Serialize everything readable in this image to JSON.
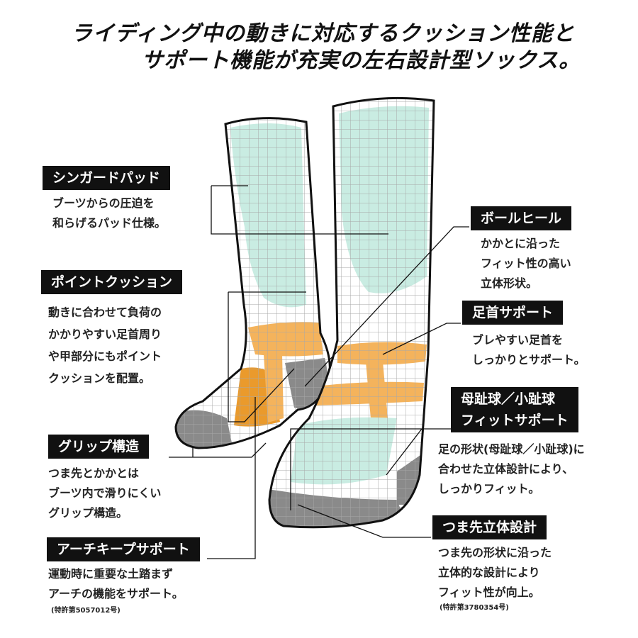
{
  "headline": {
    "line1": "ライディング中の動きに対応するクッション性能と",
    "line2": "サポート機能が充実の左右設計型ソックス。"
  },
  "colors": {
    "mint": "#c9ece2",
    "orange": "#f4b35c",
    "orange_dark": "#ea9a2c",
    "gray": "#8a8a8a",
    "grid": "#a8a8a8",
    "outline": "#111111"
  },
  "features": {
    "shin_guard": {
      "label": "シンガードパッド",
      "lines": [
        "ブーツからの圧迫を",
        "和らげるパッド仕様。"
      ]
    },
    "point_cushion": {
      "label": "ポイントクッション",
      "lines": [
        "動きに合わせて負荷の",
        "かかりやすい足首周り",
        "や甲部分にもポイント",
        "クッションを配置。"
      ]
    },
    "grip": {
      "label": "グリップ構造",
      "lines": [
        "つま先とかかとは",
        "ブーツ内で滑りにくい",
        "グリップ構造。"
      ]
    },
    "arch_keep": {
      "label": "アーチキープサポート",
      "lines": [
        "運動時に重要な土踏まず",
        "アーチの機能をサポート。"
      ],
      "patent": "(特許第5057012号)"
    },
    "ball_heel": {
      "label": "ボールヒール",
      "lines": [
        "かかとに沿った",
        "フィット性の高い",
        "立体形状。"
      ]
    },
    "ankle_support": {
      "label": "足首サポート",
      "lines": [
        "ブレやすい足首を",
        "しっかりとサポート。"
      ]
    },
    "toe_fit": {
      "label_line1": "母趾球／小趾球",
      "label_line2": "フィットサポート",
      "lines": [
        "足の形状(母趾球／小趾球)に",
        "合わせた立体設計により、",
        "しっかりフィット。"
      ]
    },
    "toe_3d": {
      "label": "つま先立体設計",
      "lines": [
        "つま先の形状に沿った",
        "立体的な設計により",
        "フィット性が向上。"
      ],
      "patent": "(特許第3780354号)"
    }
  }
}
